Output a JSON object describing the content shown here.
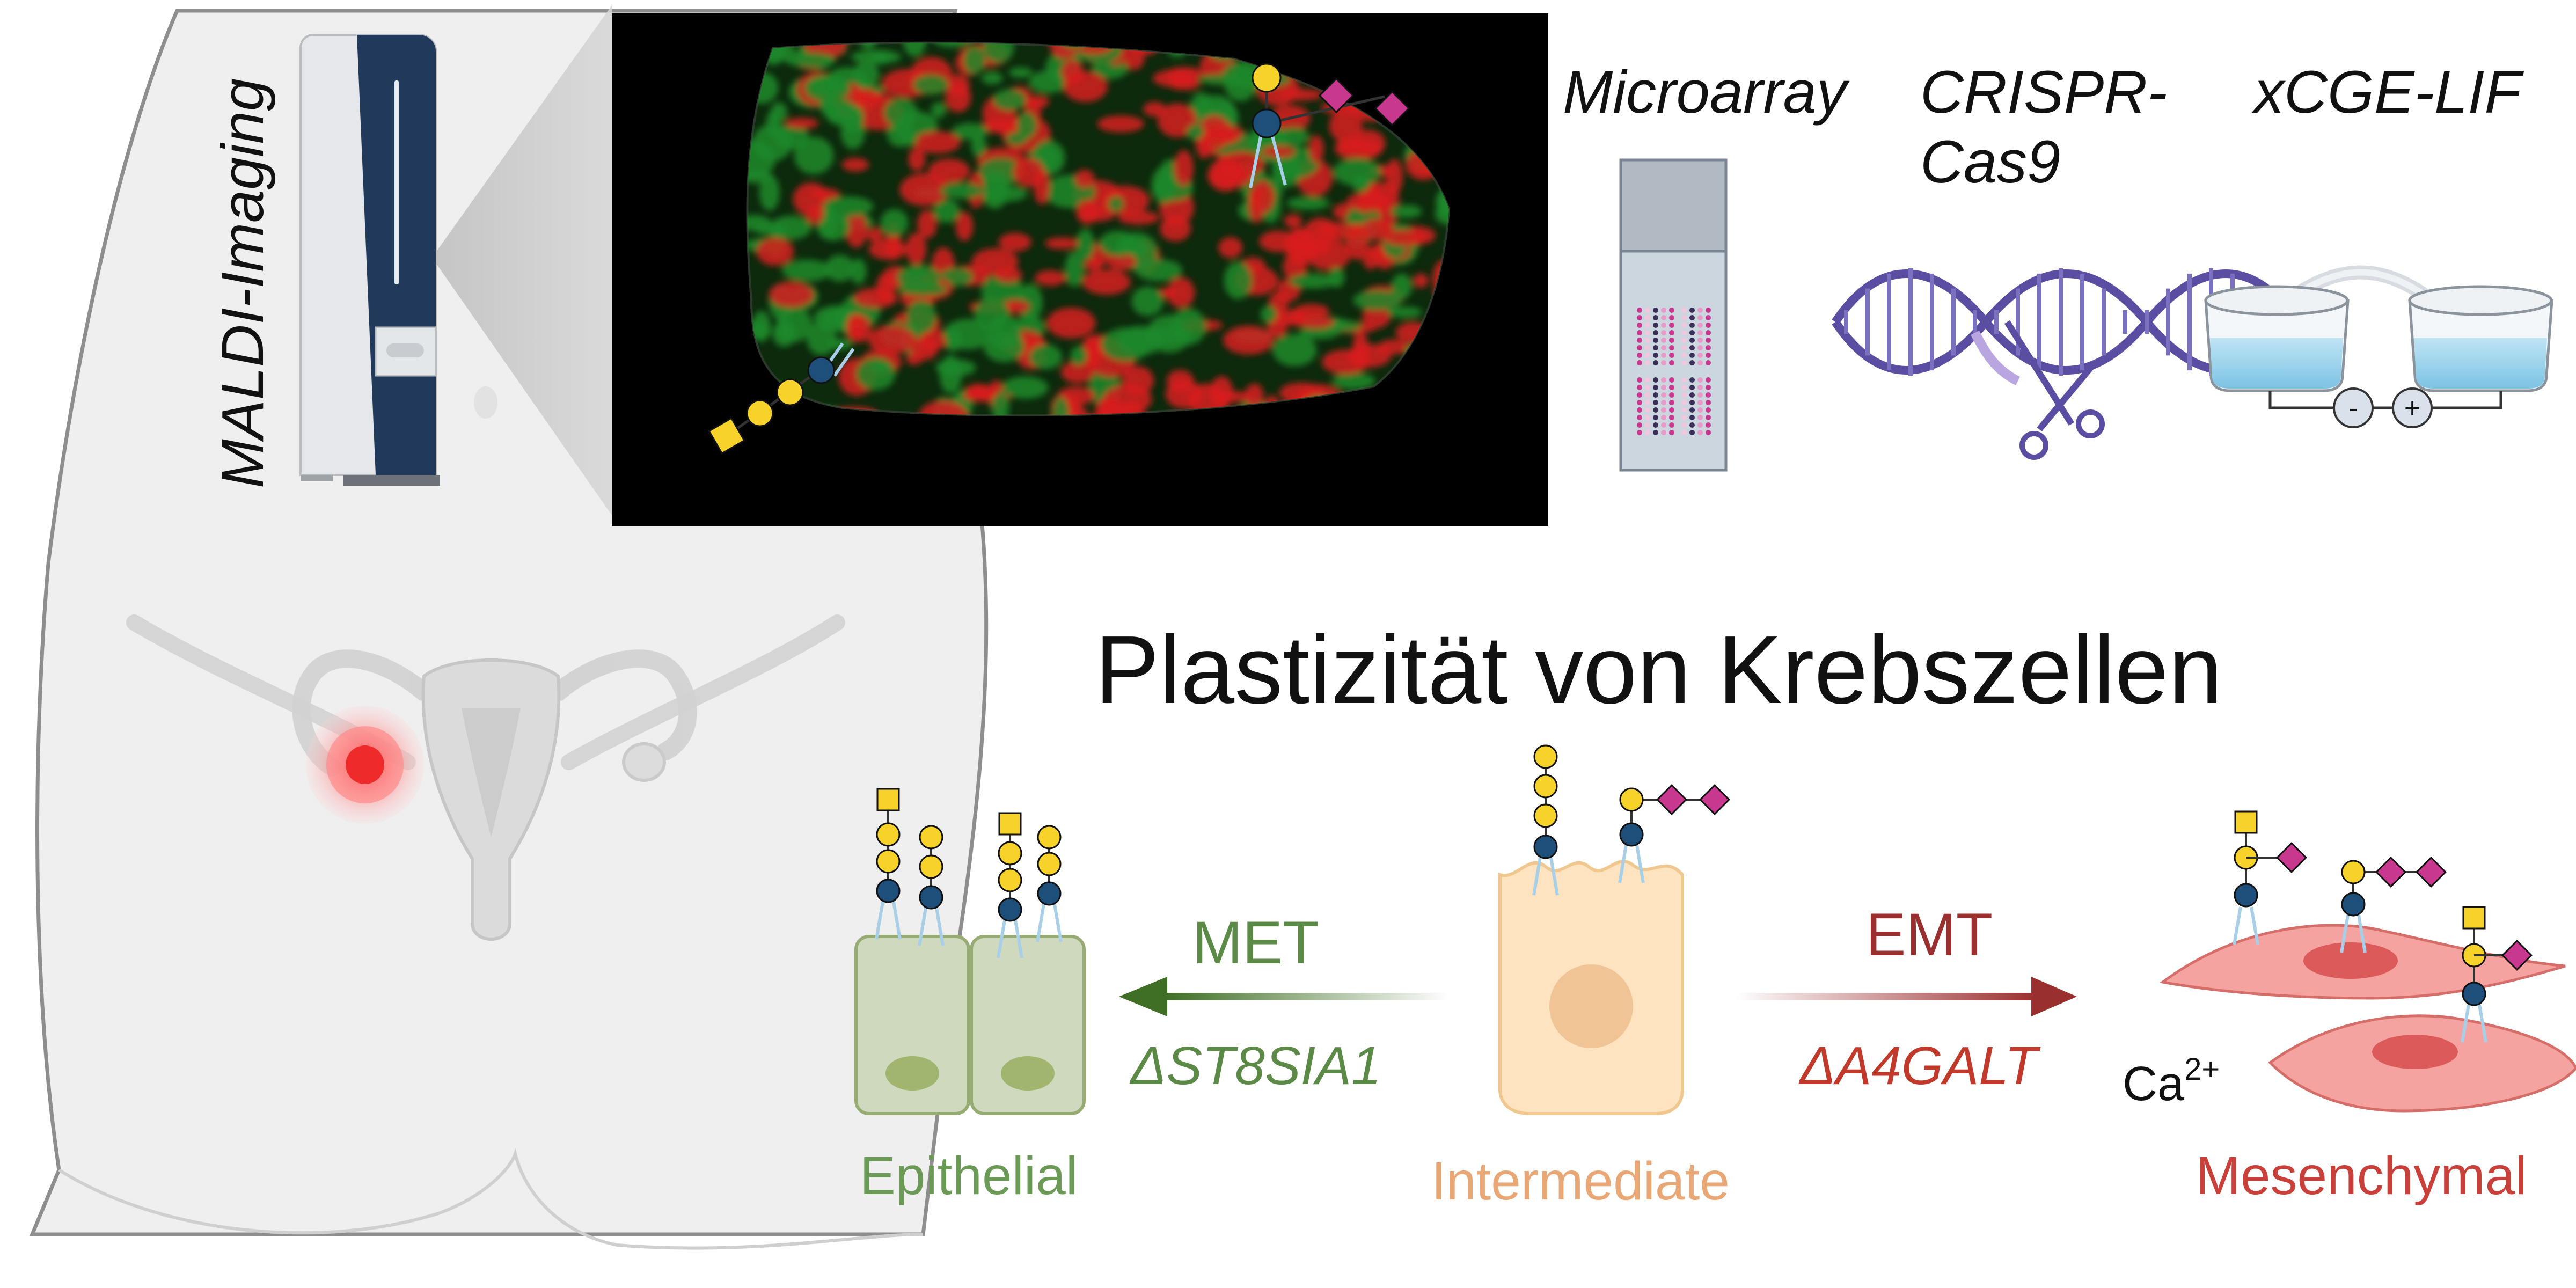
{
  "labels": {
    "maldi": "MALDI-Imaging",
    "microarray": "Microarray",
    "crispr_line1": "CRISPR-",
    "crispr_line2": "Cas9",
    "xcge": "xCGE-LIF",
    "title": "Plastizität von Krebszellen",
    "met": "MET",
    "emt": "EMT",
    "st8sia1": "ΔST8SIA1",
    "a4galt": "ΔA4GALT",
    "ca_base": "Ca",
    "ca_sup": "2+",
    "epithelial": "Epithelial",
    "intermediate": "Intermediate",
    "mesenchymal": "Mesenchymal",
    "minus": "-",
    "plus": "+"
  },
  "colors": {
    "epithelial": "#6a9a55",
    "intermediate": "#e8a775",
    "mesenchymal": "#c9403a",
    "met_arrow": "#3f6e25",
    "emt_arrow": "#9a2f2f",
    "glycan_yellow": "#f6d22a",
    "glycan_blue": "#1e4f7a",
    "glycan_magenta": "#c8388e",
    "dna": "#5a4ea3"
  }
}
